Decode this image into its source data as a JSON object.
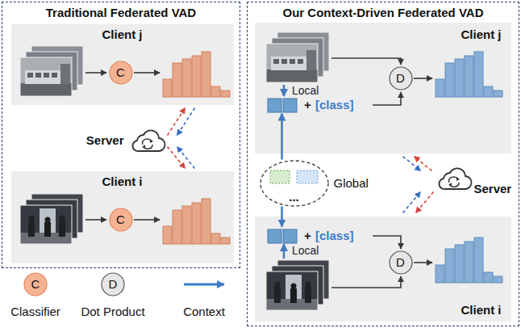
{
  "diagram": {
    "nodes": [
      {
        "text": [
          "Traditional Federated VAD"
        ]
      },
      {
        "text": [
          "Client j"
        ],
        "in": 0
      },
      {
        "text": [
          "C"
        ],
        "in": 1
      },
      {
        "text": [
          "Server"
        ],
        "in": 0
      },
      {
        "text": [
          "Client i"
        ],
        "in": 0
      },
      {
        "text": [
          "C"
        ],
        "in": 4
      },
      {
        "text": [
          "Our Context-Driven Federated VAD"
        ]
      },
      {
        "text": [
          "Client j"
        ],
        "in": 6
      },
      {
        "text": [
          "D"
        ],
        "in": 7
      },
      {
        "text": [
          "...",
          "Global"
        ],
        "in": 6
      },
      {
        "text": [
          "Server"
        ],
        "in": 6
      },
      {
        "text": [
          "Client i"
        ],
        "in": 6
      },
      {
        "text": [
          "D"
        ],
        "in": 11
      }
    ],
    "edges": [
      {
        "from": 3,
        "to": 1,
        "arrow": "to"
      },
      {
        "from": 1,
        "to": 3,
        "arrow": "to"
      },
      {
        "from": 3,
        "to": 4,
        "arrow": "to"
      },
      {
        "from": 4,
        "to": 3,
        "arrow": "to"
      },
      {
        "from": 9,
        "to": 7,
        "arrow": "to"
      },
      {
        "from": 10,
        "to": 7,
        "arrow": "to"
      },
      {
        "from": 7,
        "to": 10,
        "arrow": "to"
      },
      {
        "from": 9,
        "to": 11,
        "arrow": "to"
      },
      {
        "from": 10,
        "to": 11,
        "arrow": "to"
      },
      {
        "from": 11,
        "to": 10,
        "arrow": "to"
      }
    ],
    "labels": [
      "Local",
      "+",
      "[class]",
      "Local",
      "+",
      "[class]",
      "C",
      "D"
    ],
    "legend": [
      {
        "text": "Classifier"
      },
      {
        "text": "Dot Product"
      },
      {
        "text": "Context"
      }
    ]
  }
}
